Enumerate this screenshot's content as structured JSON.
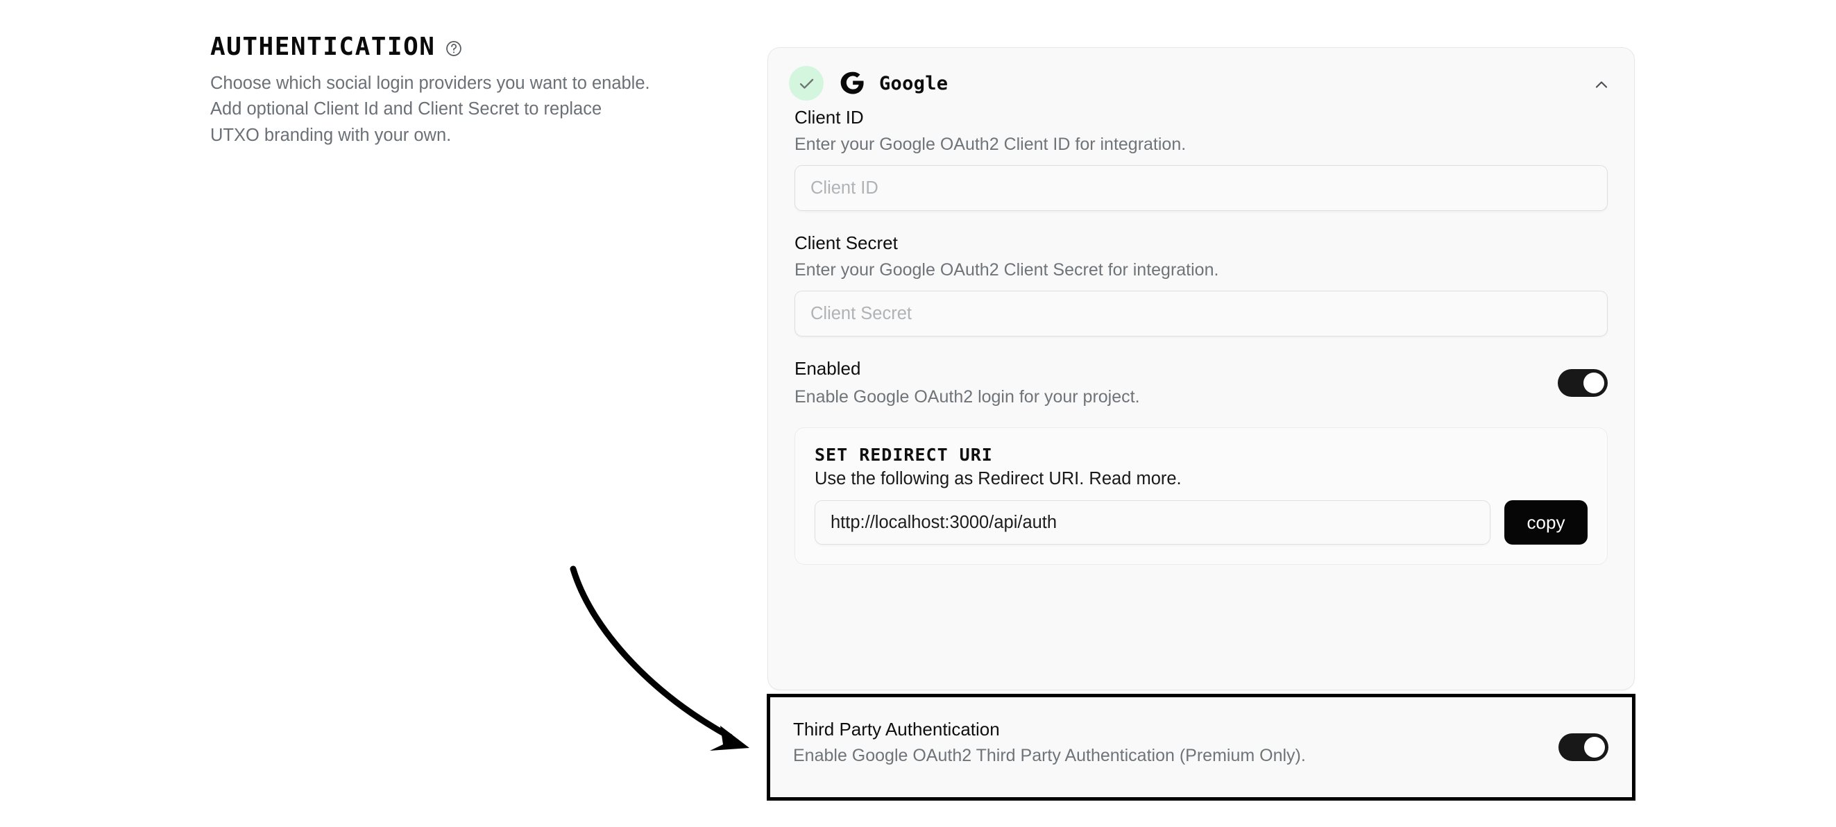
{
  "section": {
    "title": "AUTHENTICATION",
    "help_icon": "question-mark-circle-icon",
    "description": "Choose which social login providers you want to enable. Add optional Client Id and Client Secret to replace UTXO branding with your own."
  },
  "provider_card": {
    "name": "Google",
    "status_icon": "check-icon",
    "status_color": "#d5f6de",
    "collapse_icon": "chevron-up-icon",
    "fields": [
      {
        "label": "Client ID",
        "help": "Enter your Google OAuth2 Client ID for integration.",
        "placeholder": "Client ID",
        "value": ""
      },
      {
        "label": "Client Secret",
        "help": "Enter your Google OAuth2 Client Secret for integration.",
        "placeholder": "Client Secret",
        "value": ""
      }
    ],
    "enabled_toggle": {
      "label": "Enabled",
      "help": "Enable Google OAuth2 login for your project.",
      "state": "on"
    },
    "redirect": {
      "title": "SET REDIRECT URI",
      "subtitle": "Use the following as Redirect URI. Read more.",
      "value": "http://localhost:3000/api/auth",
      "copy_label": "copy"
    },
    "third_party_toggle": {
      "label": "Third Party Authentication",
      "help": "Enable Google OAuth2 Third Party Authentication (Premium Only).",
      "state": "on",
      "highlight_color": "#000000"
    }
  },
  "annotation": {
    "arrow": "curved-arrow-pointing-to-third-party-row"
  }
}
